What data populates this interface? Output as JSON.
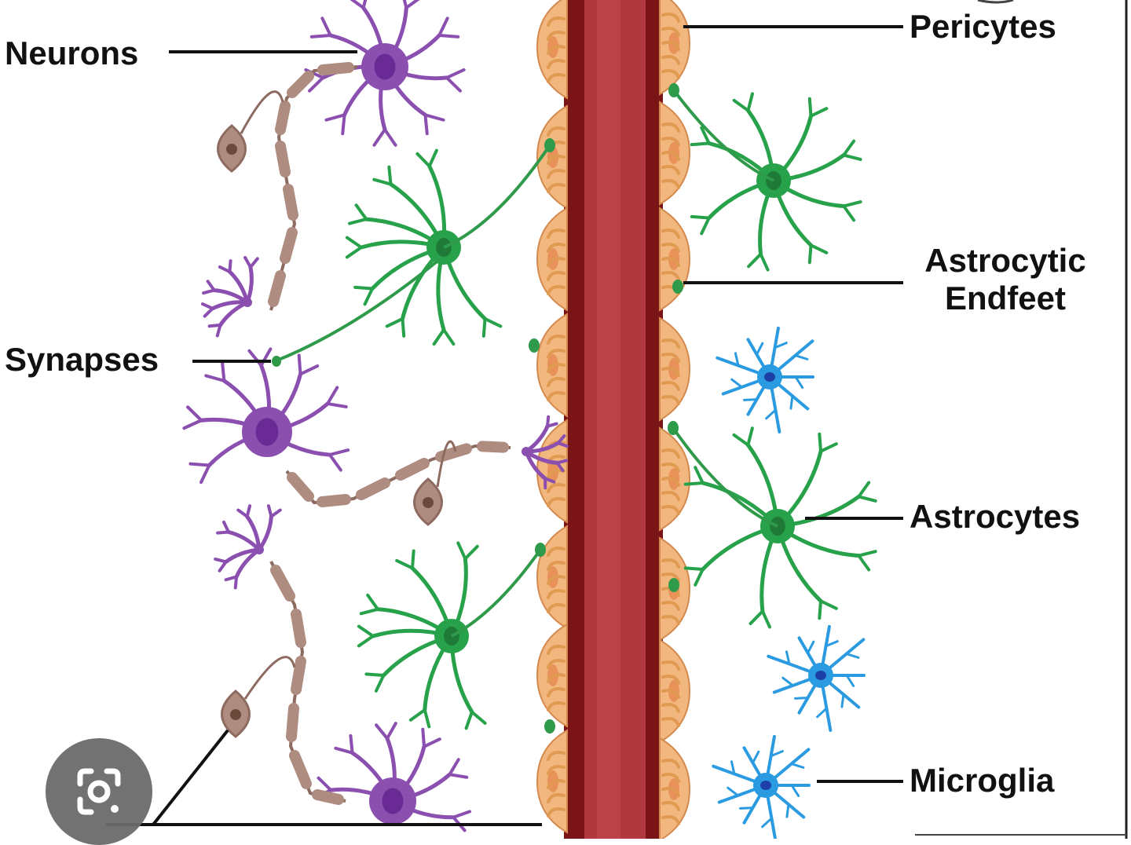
{
  "labels": {
    "neurons": "Neurons",
    "synapses": "Synapses",
    "pericytes": "Pericytes",
    "astrocytic_endfeet_line1": "Astrocytic",
    "astrocytic_endfeet_line2": "Endfeet",
    "astrocytes": "Astrocytes",
    "microglia": "Microglia"
  },
  "overlay": {
    "icon": "camera-search-icon"
  },
  "colors": {
    "vessel_dark": "#7a1416",
    "vessel_mid": "#b0383f",
    "vessel_inner": "#c44a50",
    "pericyte": "#f2b77e",
    "pericyte_nucleus": "#e8925a",
    "pericyte_outline": "#d48a4e",
    "neuron": "#8b4fb0",
    "neuron_nucleus": "#6a2a96",
    "myelin": "#ae8c80",
    "axon": "#8d6b60",
    "astrocyte": "#2f9a4a",
    "astrocyte_body": "#27a24a",
    "microglia": "#2a9be0",
    "microglia_nucleus": "#1d3fa8",
    "label_line": "#111111"
  }
}
